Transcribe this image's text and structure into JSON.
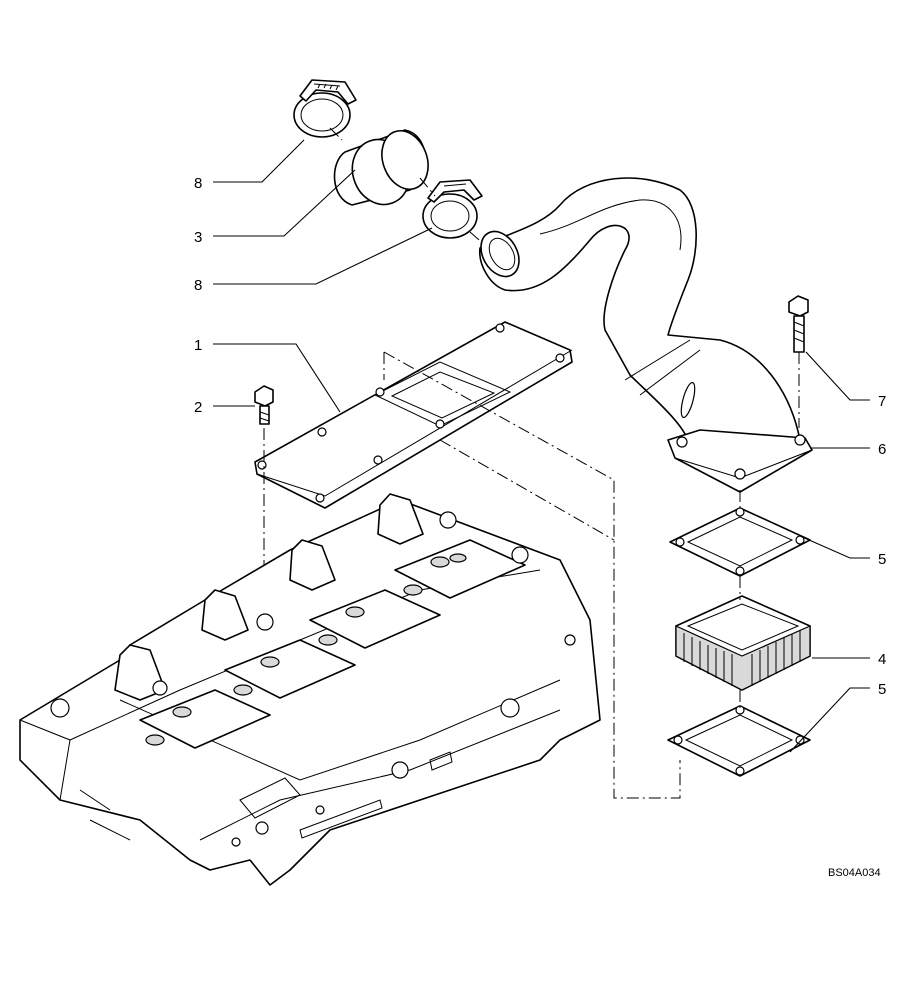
{
  "diagram": {
    "drawing_code": "BS04A034",
    "callouts": [
      {
        "id": "c8a",
        "label": "8"
      },
      {
        "id": "c3",
        "label": "3"
      },
      {
        "id": "c8b",
        "label": "8"
      },
      {
        "id": "c1",
        "label": "1"
      },
      {
        "id": "c2",
        "label": "2"
      },
      {
        "id": "c7",
        "label": "7"
      },
      {
        "id": "c6",
        "label": "6"
      },
      {
        "id": "c5a",
        "label": "5"
      },
      {
        "id": "c4",
        "label": "4"
      },
      {
        "id": "c5b",
        "label": "5"
      }
    ]
  }
}
